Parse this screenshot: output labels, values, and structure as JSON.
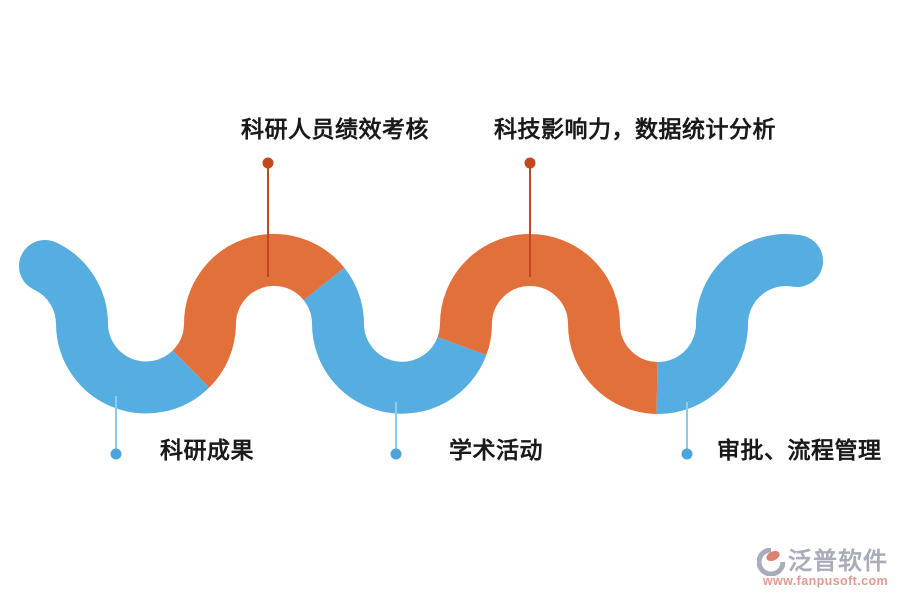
{
  "diagram": {
    "top_labels": [
      {
        "label": "科研人员绩效考核"
      },
      {
        "label": "科技影响力，数据统计分析"
      }
    ],
    "bottom_labels": [
      {
        "label": "科研成果"
      },
      {
        "label": "学术活动"
      },
      {
        "label": "审批、流程管理"
      }
    ],
    "colors": {
      "ribbon_blue": "#55ade0",
      "ribbon_orange": "#e2703a",
      "connector_orange": "#c1491b",
      "connector_blue_line": "#8fc9ec",
      "connector_blue_dot": "#4aa5da",
      "label_text": "#1a1a1a"
    }
  },
  "watermark": {
    "brand": "泛普软件",
    "url": "www.fanpusoft.com",
    "brand_color": "#a9adb9",
    "url_color": "#e19a92",
    "icon_gray": "#a9adb9",
    "icon_salmon": "#dd8273"
  }
}
